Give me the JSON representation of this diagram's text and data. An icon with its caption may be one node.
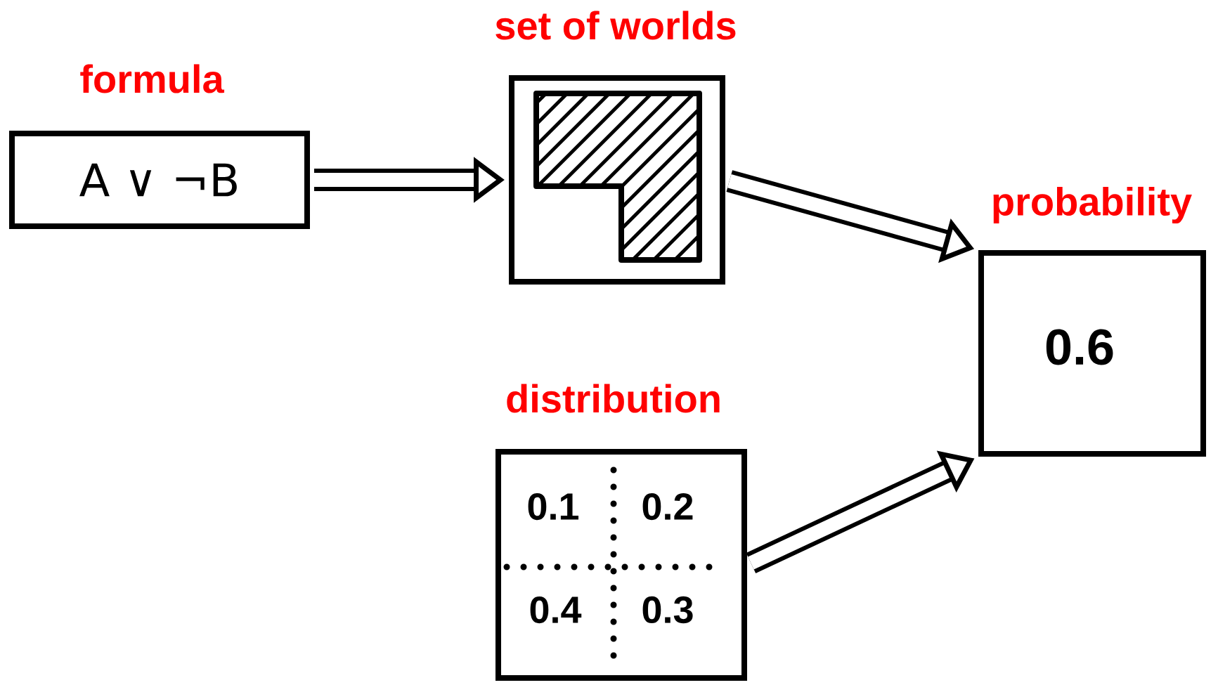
{
  "diagram": {
    "nodes": [
      {
        "text": [
          "formula",
          "A ∨ ¬B"
        ]
      },
      {
        "text": [
          "set of worlds"
        ]
      },
      {
        "text": [
          "distribution",
          "0.1",
          "0.2",
          "0.4",
          "0.3"
        ]
      },
      {
        "text": [
          "probability",
          "0.6"
        ]
      }
    ],
    "edges": [
      {
        "from": 0,
        "to": 1,
        "arrow": "to"
      },
      {
        "from": 1,
        "to": 3,
        "arrow": "to"
      },
      {
        "from": 2,
        "to": 3,
        "arrow": "to"
      }
    ]
  }
}
